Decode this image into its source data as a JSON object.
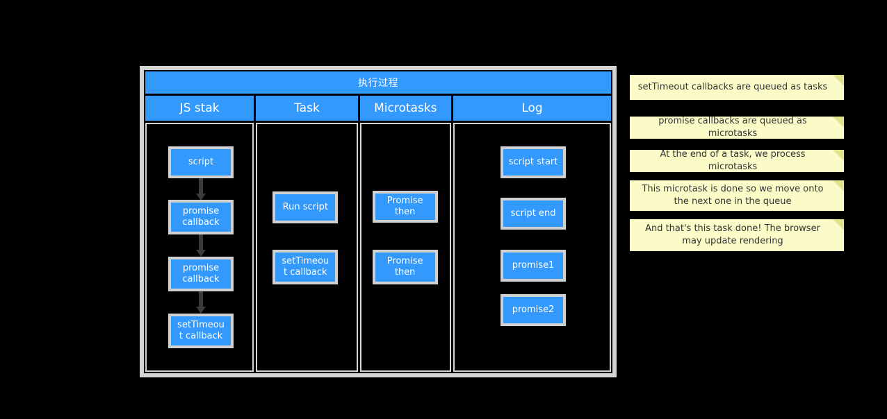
{
  "diagram": {
    "title": "执行过程",
    "columns": [
      {
        "header": "JS stak",
        "nodes": [
          {
            "label": "script"
          },
          {
            "label": "promise\ncallback"
          },
          {
            "label": "promise\ncallback"
          },
          {
            "label": "setTimeou\nt callback"
          }
        ]
      },
      {
        "header": "Task",
        "nodes": [
          {
            "label": "Run script"
          },
          {
            "label": "setTimeou\nt callback"
          }
        ]
      },
      {
        "header": "Microtasks",
        "nodes": [
          {
            "label": "Promise\nthen"
          },
          {
            "label": "Promise\nthen"
          }
        ]
      },
      {
        "header": "Log",
        "nodes": [
          {
            "label": "script start"
          },
          {
            "label": "script end"
          },
          {
            "label": "promise1"
          },
          {
            "label": "promise2"
          }
        ]
      }
    ]
  },
  "notes": [
    {
      "text": "setTimeout callbacks are queued as tasks"
    },
    {
      "text": "promise callbacks are queued as microtasks"
    },
    {
      "text": "At the end of a task, we process microtasks"
    },
    {
      "text": "This microtask is done so we move onto the next one in the queue"
    },
    {
      "text": "And that's this task done! The browser may update rendering"
    }
  ],
  "colors": {
    "accent_blue": "#3399fd",
    "frame_gray": "#d4d4d4",
    "node_border": "#d0d0d0",
    "note_yellow": "#fbfbc8",
    "note_fold": "#e2e28a",
    "arrow_gray": "#3a3a3a",
    "canvas": "#000000"
  }
}
